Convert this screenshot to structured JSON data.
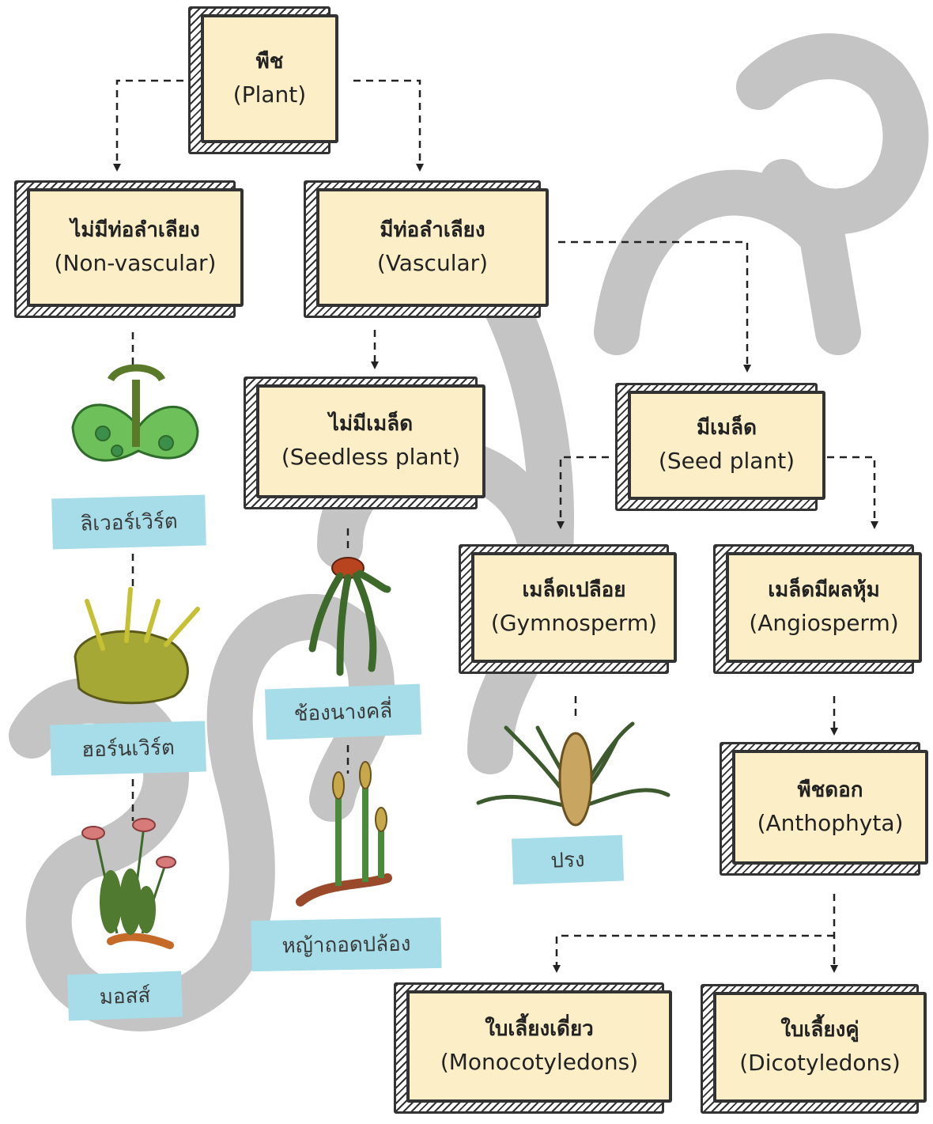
{
  "nodes": {
    "plant": {
      "th": "พืช",
      "en": "(Plant)"
    },
    "nonvascular": {
      "th": "ไม่มีท่อลำเลียง",
      "en": "(Non-vascular)"
    },
    "vascular": {
      "th": "มีท่อลำเลียง",
      "en": "(Vascular)"
    },
    "seedless": {
      "th": "ไม่มีเมล็ด",
      "en": "(Seedless plant)"
    },
    "seed": {
      "th": "มีเมล็ด",
      "en": "(Seed plant)"
    },
    "gymnosperm": {
      "th": "เมล็ดเปลือย",
      "en": "(Gymnosperm)"
    },
    "angiosperm": {
      "th": "เมล็ดมีผลหุ้ม",
      "en": "(Angiosperm)"
    },
    "anthophyta": {
      "th": "พืชดอก",
      "en": "(Anthophyta)"
    },
    "monocot": {
      "th": "ใบเลี้ยงเดี่ยว",
      "en": "(Monocotyledons)"
    },
    "dicot": {
      "th": "ใบเลี้ยงคู่",
      "en": "(Dicotyledons)"
    }
  },
  "examples": {
    "liverwort": "ลิเวอร์เวิร์ต",
    "hornwort": "ฮอร์นเวิร์ต",
    "moss": "มอสส์",
    "clubmoss": "ช้องนางคลี่",
    "horsetail": "หญ้าถอดปล้อง",
    "pine": "ปรง"
  },
  "colors": {
    "box_fill": "#fcefc8",
    "box_border": "#333333",
    "tag_fill": "#a6dde8",
    "watermark": "#c4c4c4"
  }
}
